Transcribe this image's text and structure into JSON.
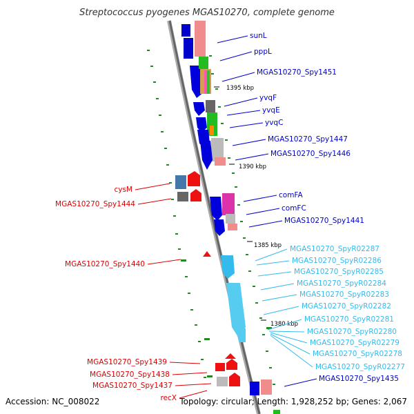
{
  "title": "Streptococcus pyogenes MGAS10270, complete genome",
  "footer": {
    "accession": "Accession: NC_008022",
    "summary": "Topology: circular; Length: 1,928,252 bp; Genes: 2,067"
  },
  "colors": {
    "forward_label": "#0000cc",
    "rna_label": "#33bbee",
    "reverse_label": "#dd0000",
    "gc_dash": "#228822",
    "backbone": "#666666"
  },
  "kbp_ticks": [
    "1395 kbp",
    "1390 kbp",
    "1385 kbp",
    "1380 kbp"
  ],
  "forward_labels": [
    "sunL",
    "pppL",
    "MGAS10270_Spy1451",
    "yvqF",
    "yvqE",
    "yvqC",
    "MGAS10270_Spy1447",
    "MGAS10270_Spy1446",
    "comFA",
    "comFC",
    "MGAS10270_Spy1441",
    "MGAS10270_Spy1435"
  ],
  "rna_labels": [
    "MGAS10270_SpyR02287",
    "MGAS10270_SpyR02286",
    "MGAS10270_SpyR02285",
    "MGAS10270_SpyR02284",
    "MGAS10270_SpyR02283",
    "MGAS10270_SpyR02282",
    "MGAS10270_SpyR02281",
    "MGAS10270_SpyR02280",
    "MGAS10270_SpyR02279",
    "MGAS10270_SpyR02278",
    "MGAS10270_SpyR02277"
  ],
  "reverse_labels": [
    "cysM",
    "MGAS10270_Spy1444",
    "MGAS10270_Spy1440",
    "MGAS10270_Spy1439",
    "MGAS10270_Spy1438",
    "MGAS10270_Spy1437",
    "recX"
  ]
}
